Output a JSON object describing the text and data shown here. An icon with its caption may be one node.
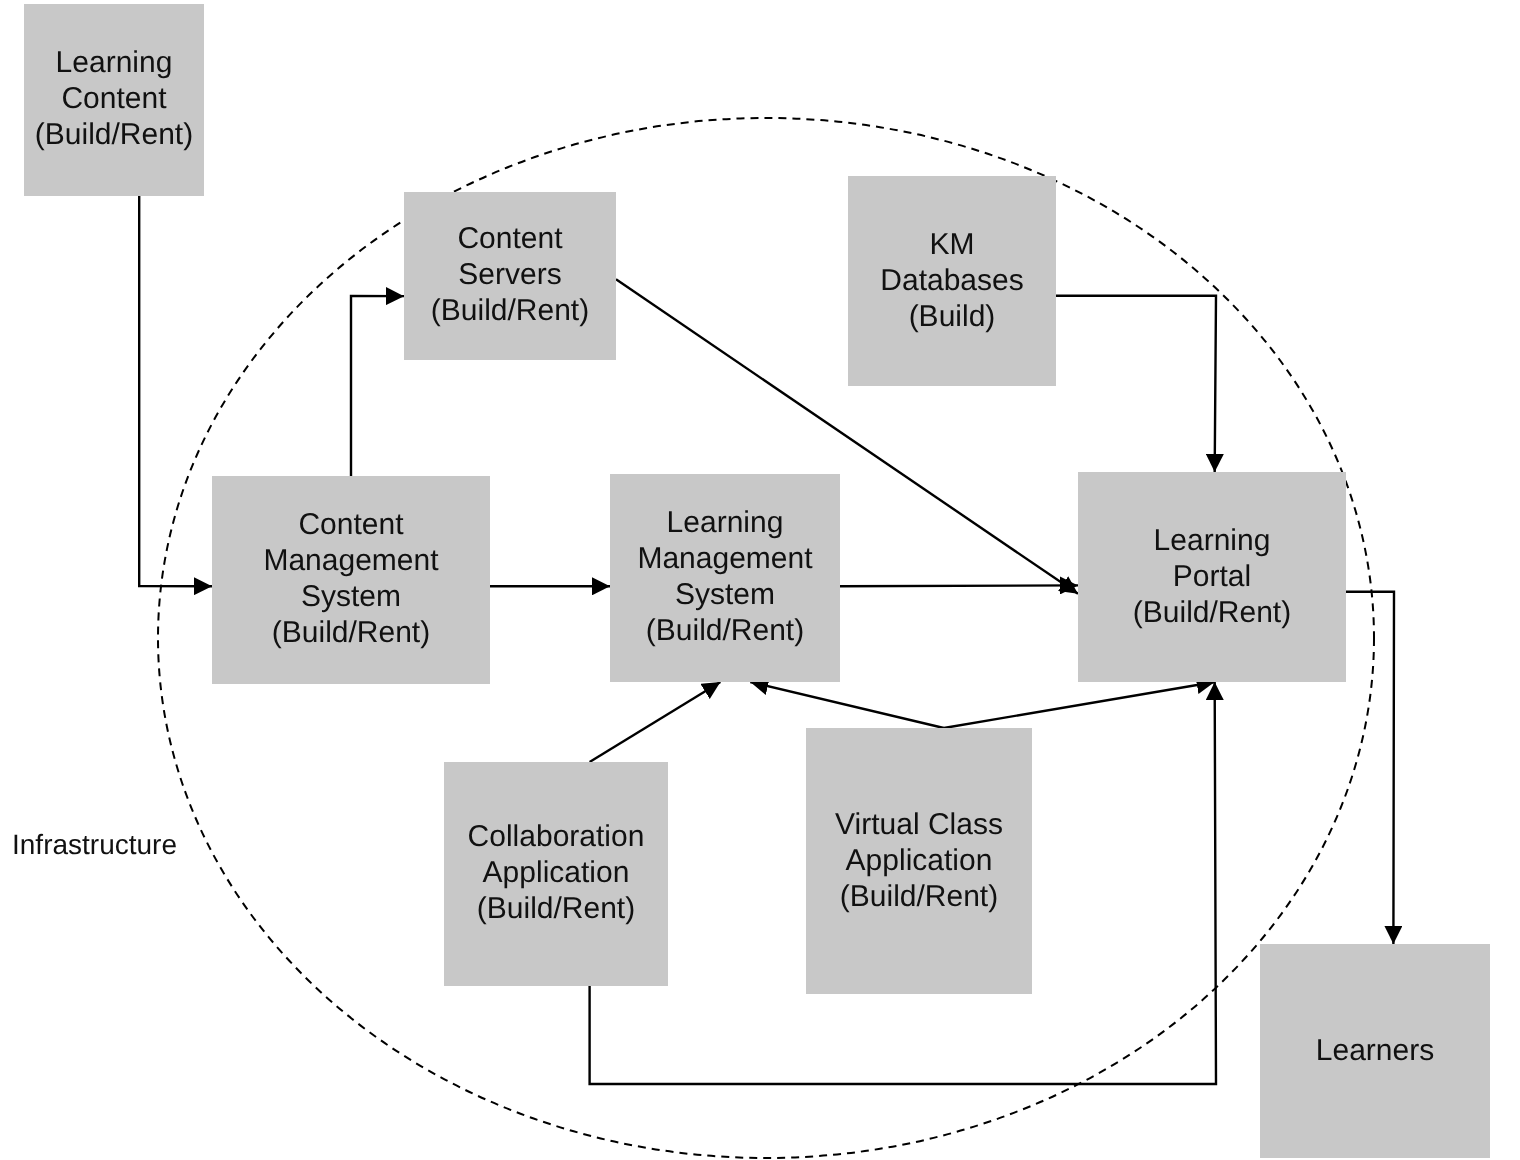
{
  "diagram": {
    "nodes": [
      {
        "text": [
          "Learning Content (Build/Rent)"
        ]
      },
      {
        "text": [
          "Infrastructure"
        ]
      },
      {
        "text": [
          "Content Servers (Build/Rent)"
        ],
        "in": 1
      },
      {
        "text": [
          "KM Databases (Build)"
        ],
        "in": 1
      },
      {
        "text": [
          "Content Management System (Build/Rent)"
        ],
        "in": 1
      },
      {
        "text": [
          "Learning Management System (Build/Rent)"
        ],
        "in": 1
      },
      {
        "text": [
          "Learning Portal (Build/Rent)"
        ],
        "in": 1
      },
      {
        "text": [
          "Collaboration Application (Build/Rent)"
        ],
        "in": 1
      },
      {
        "text": [
          "Virtual Class Application (Build/Rent)"
        ],
        "in": 1
      },
      {
        "text": [
          "Learners"
        ]
      }
    ],
    "edges": [
      {
        "from": 0,
        "to": 4,
        "arrow": "to"
      },
      {
        "from": 4,
        "to": 2,
        "arrow": "to"
      },
      {
        "from": 2,
        "to": 6,
        "arrow": "to"
      },
      {
        "from": 3,
        "to": 6,
        "arrow": "to"
      },
      {
        "from": 4,
        "to": 5,
        "arrow": "to"
      },
      {
        "from": 5,
        "to": 6,
        "arrow": "to"
      },
      {
        "from": 7,
        "to": 5,
        "arrow": "to"
      },
      {
        "from": 8,
        "to": 5,
        "arrow": "to"
      },
      {
        "from": 8,
        "to": 6,
        "arrow": "to"
      },
      {
        "from": 7,
        "to": 6,
        "arrow": "to"
      },
      {
        "from": 6,
        "to": 9,
        "arrow": "to"
      }
    ]
  }
}
